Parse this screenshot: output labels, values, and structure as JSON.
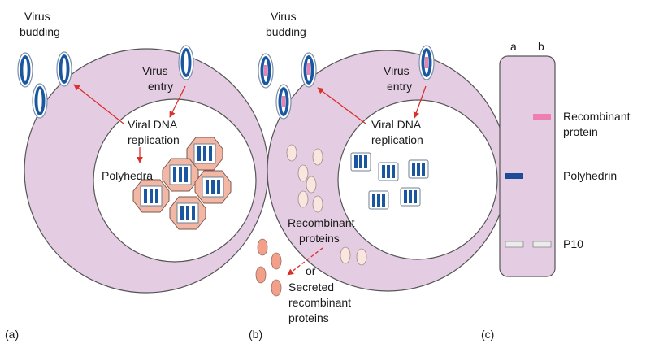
{
  "panel_a": {
    "caption": "(a)",
    "virus_budding": [
      "Virus",
      "budding"
    ],
    "virus_entry": [
      "Virus",
      "entry"
    ],
    "viral_dna_replication": [
      "Viral DNA",
      "replication"
    ],
    "polyhedra": "Polyhedra"
  },
  "panel_b": {
    "caption": "(b)",
    "virus_budding": [
      "Virus",
      "budding"
    ],
    "virus_entry": [
      "Virus",
      "entry"
    ],
    "viral_dna_replication": [
      "Viral DNA",
      "replication"
    ],
    "recombinant_proteins": [
      "Recombinant",
      "proteins"
    ],
    "or": "or",
    "secreted": [
      "Secreted",
      "recombinant",
      "proteins"
    ]
  },
  "panel_c": {
    "caption": "(c)",
    "lanes": [
      "a",
      "b"
    ],
    "bands": {
      "recombinant_protein": [
        "Recombinant",
        "protein"
      ],
      "polyhedrin": "Polyhedrin",
      "p10": "P10"
    }
  },
  "colors": {
    "cell": "#e4cde3",
    "cell_stroke": "#555555",
    "nucleus": "#ffffff",
    "virus_fill": "#1a57a0",
    "polyhedron": "#f2b7a5",
    "arrow": "#d9312b",
    "recombinant_band": "#ee7fb0",
    "polyhedrin_band": "#1a4c9a",
    "p10_band": "#d8d8d8"
  }
}
